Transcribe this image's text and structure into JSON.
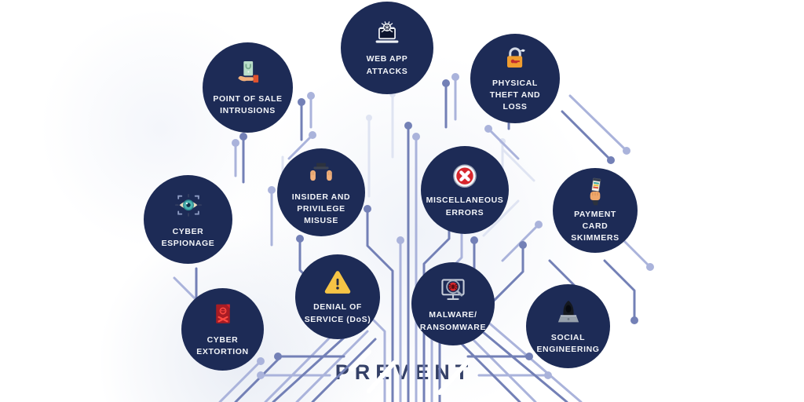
{
  "palette": {
    "bubble_fill": "#1d2b56",
    "label_color": "#f2f4f8",
    "line_medium": "#7380b6",
    "line_light": "#aab3db",
    "background": "#ffffff",
    "error_red": "#d7262c",
    "warning_yellow": "#f6c445",
    "padlock_orange": "#f09d2f"
  },
  "watermark": {
    "text": "PREVENT"
  },
  "nodes": [
    {
      "id": "web-app-attacks",
      "label": "WEB APP\nATTACKS",
      "icon": "laptop-bug-icon"
    },
    {
      "id": "point-of-sale-intrusions",
      "label": "POINT OF SALE\nINTRUSIONS",
      "icon": "hand-card-icon"
    },
    {
      "id": "physical-theft-and-loss",
      "label": "PHYSICAL\nTHEFT AND\nLOSS",
      "icon": "padlock-key-icon"
    },
    {
      "id": "insider-and-privilege-misuse",
      "label": "INSIDER AND\nPRIVILEGE\nMISUSE",
      "icon": "spy-hands-icon"
    },
    {
      "id": "miscellaneous-errors",
      "label": "MISCELLANEOUS\nERRORS",
      "icon": "error-cross-icon"
    },
    {
      "id": "cyber-espionage",
      "label": "CYBER\nESPIONAGE",
      "icon": "eye-target-icon"
    },
    {
      "id": "payment-card-skimmers",
      "label": "PAYMENT\nCARD\nSKIMMERS",
      "icon": "card-swipe-icon"
    },
    {
      "id": "denial-of-service",
      "label": "DENIAL OF\nSERVICE (DoS)",
      "icon": "warning-triangle-icon"
    },
    {
      "id": "malware-ransomware",
      "label": "MALWARE/\nRANSOMWARE",
      "icon": "monitor-bug-magnifier-icon"
    },
    {
      "id": "cyber-extortion",
      "label": "CYBER\nEXTORTION",
      "icon": "skull-document-icon"
    },
    {
      "id": "social-engineering",
      "label": "SOCIAL\nENGINEERING",
      "icon": "hooded-hacker-icon"
    }
  ]
}
